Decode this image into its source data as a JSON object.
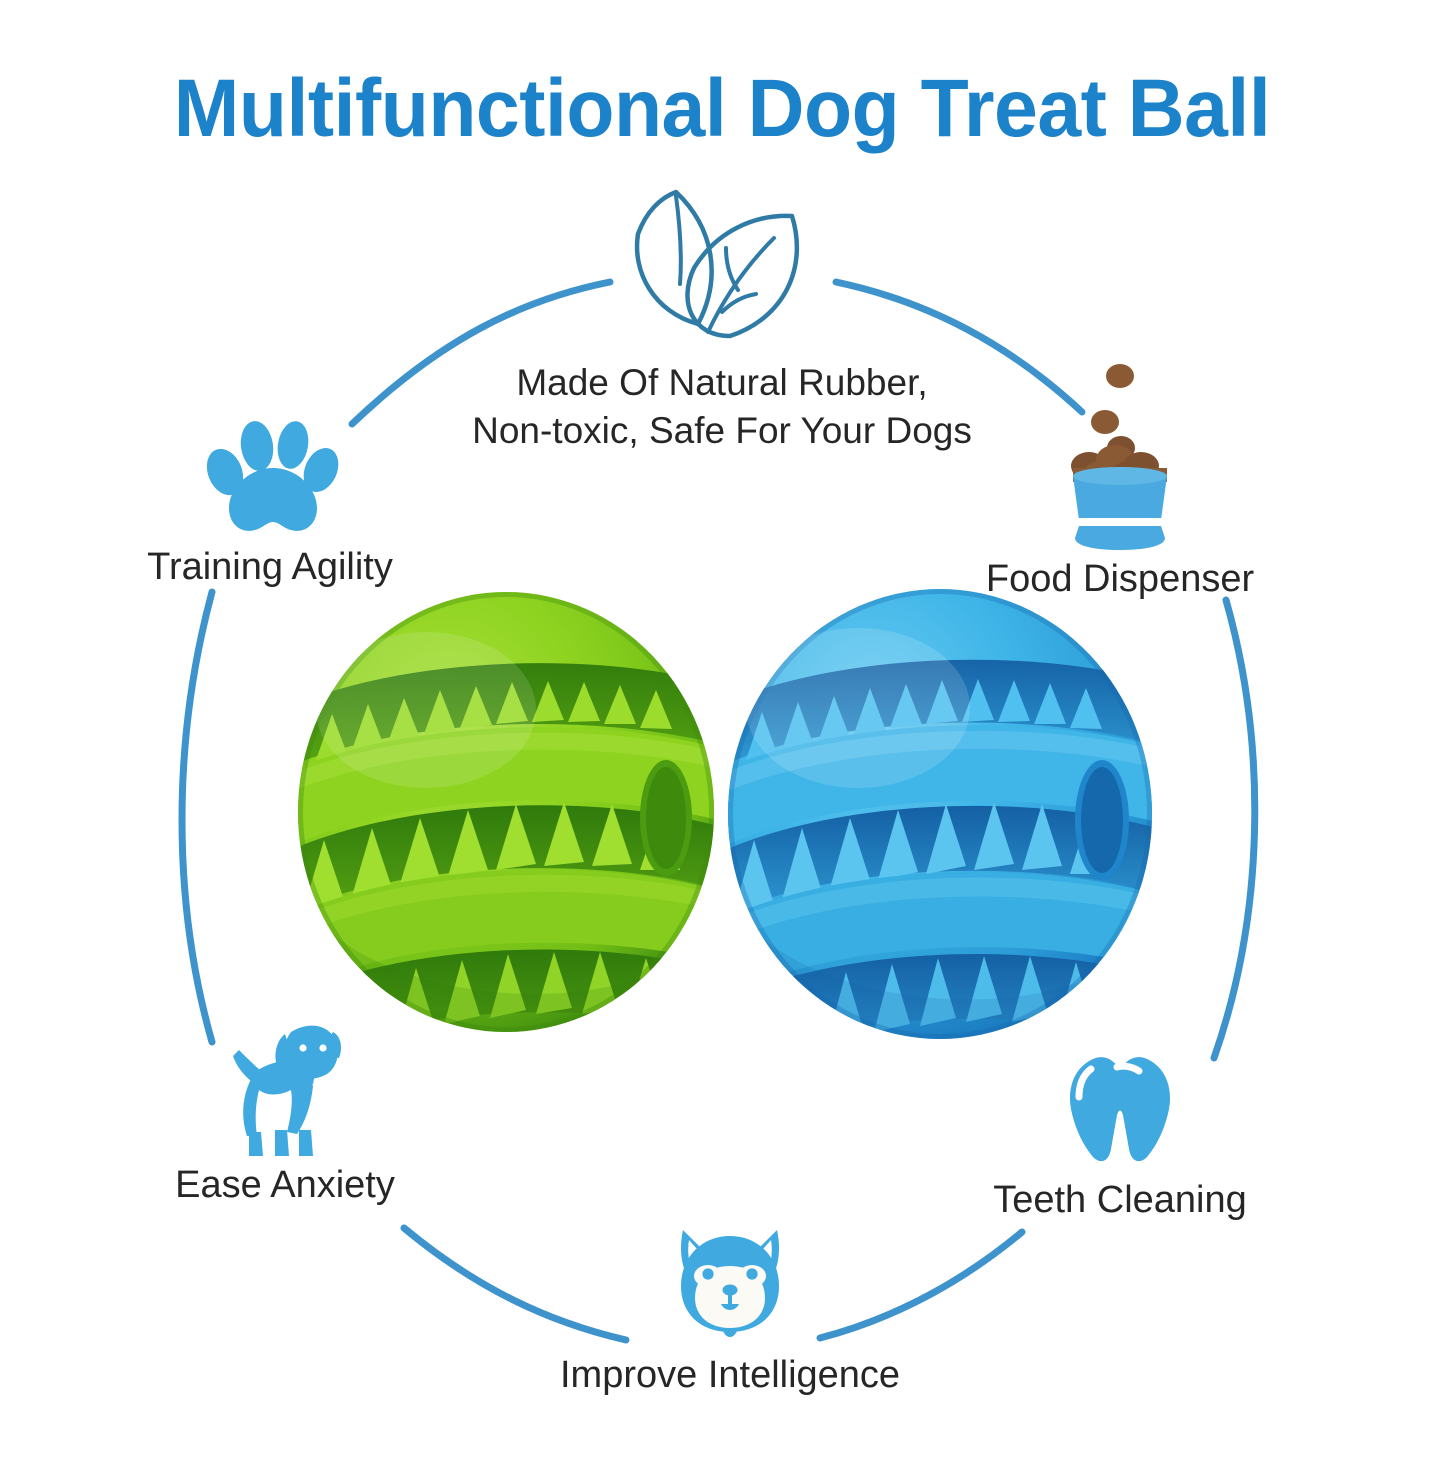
{
  "page": {
    "background_color": "#ffffff",
    "title": "Multifunctional Dog Treat Ball",
    "title_color": "#1c82c9",
    "label_color": "#262626",
    "accent_blue": "#3e93cc",
    "icon_blue": "#3fa9e0"
  },
  "features": {
    "rubber": {
      "icon": "leaves-icon",
      "line1": "Made Of Natural Rubber,",
      "line2": "Non-toxic, Safe For Your Dogs"
    },
    "agility": {
      "icon": "paw-print-icon",
      "label": "Training Agility"
    },
    "dispenser": {
      "icon": "dog-food-bowl-icon",
      "label": "Food Dispenser"
    },
    "anxiety": {
      "icon": "standing-dog-icon",
      "label": "Ease Anxiety"
    },
    "teeth": {
      "icon": "tooth-icon",
      "label": "Teeth Cleaning"
    },
    "intelligence": {
      "icon": "dog-face-icon",
      "label": "Improve Intelligence"
    }
  },
  "products": {
    "green_ball": {
      "name": "green-treat-ball",
      "body_color": "#8ed320",
      "shadow_color": "#3f8d10",
      "groove_color": "#2f7a0c",
      "highlight_color": "#b6e85c",
      "hole_color": "#4b9c10"
    },
    "blue_ball": {
      "name": "blue-treat-ball",
      "body_color": "#3fb5e8",
      "shadow_color": "#1a7bc4",
      "groove_color": "#1665a8",
      "highlight_color": "#7fd3f2",
      "hole_color": "#1a7bc4"
    }
  },
  "bowl": {
    "bowl_color": "#4aa9e0",
    "rim_color": "#ffffff",
    "kibble_color": "#8a5a35"
  }
}
